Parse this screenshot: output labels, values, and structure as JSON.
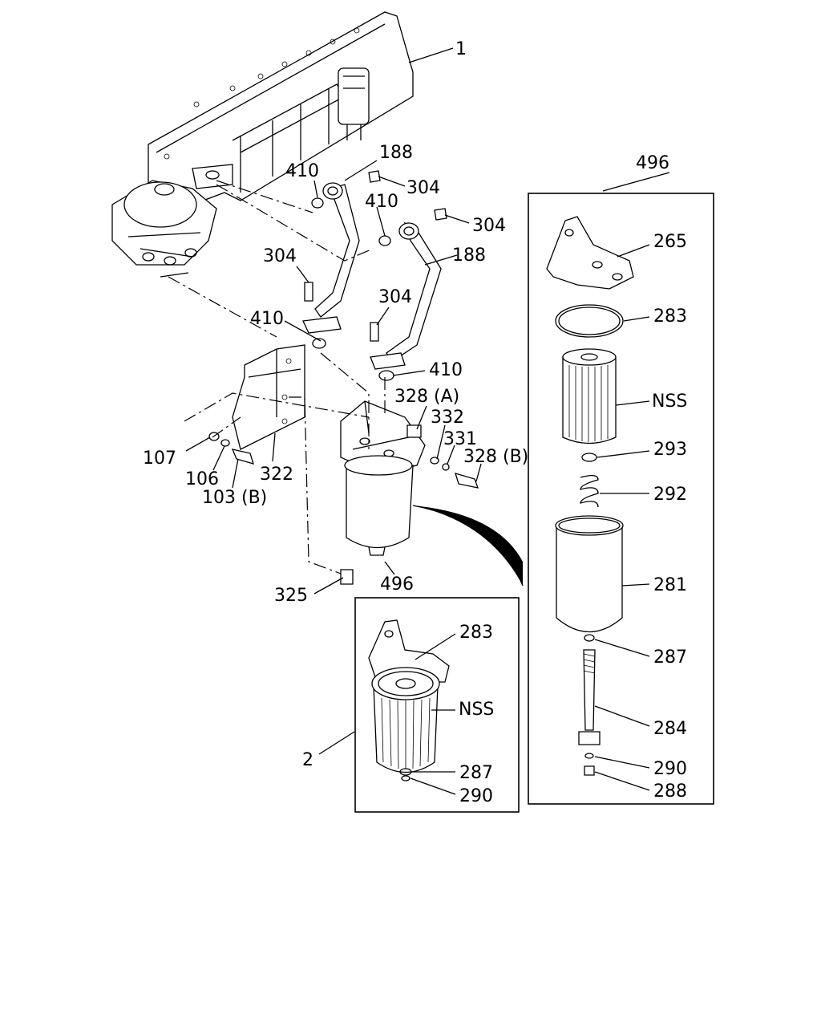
{
  "labels": {
    "l1": "1",
    "l188a": "188",
    "l188b": "188",
    "l410a": "410",
    "l410b": "410",
    "l410c": "410",
    "l410d": "410",
    "l304a": "304",
    "l304b": "304",
    "l304c": "304",
    "l304d": "304",
    "l328a": "328 (A)",
    "l328b": "328 (B)",
    "l332": "332",
    "l331": "331",
    "l107": "107",
    "l106": "106",
    "l103b": "103 (B)",
    "l322": "322",
    "l325": "325",
    "l496a": "496",
    "l496b": "496",
    "l265": "265",
    "l283a": "283",
    "l283b": "283",
    "lnssa": "NSS",
    "lnssb": "NSS",
    "l293": "293",
    "l292": "292",
    "l281": "281",
    "l287a": "287",
    "l287b": "287",
    "l284": "284",
    "l290a": "290",
    "l290b": "290",
    "l288": "288",
    "l2": "2"
  }
}
